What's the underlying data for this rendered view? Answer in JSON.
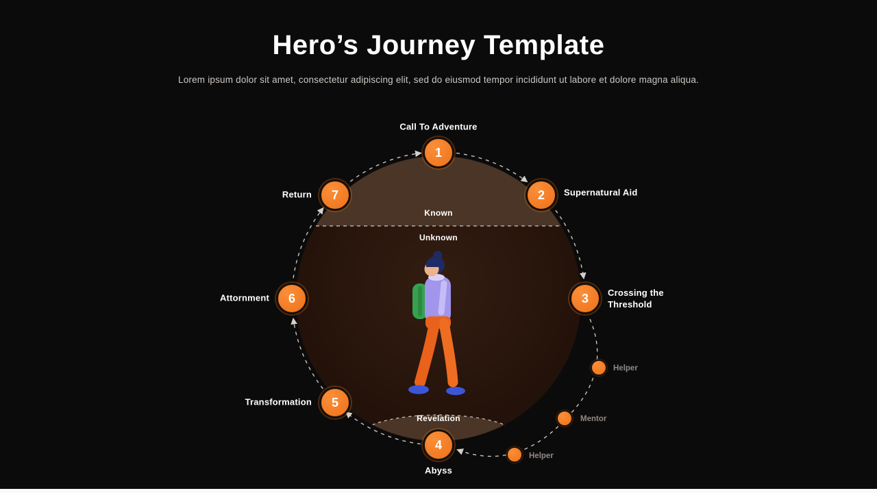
{
  "header": {
    "title": "Hero’s Journey Template",
    "subtitle": "Lorem ipsum dolor sit amet, consectetur adipiscing elit, sed do eiusmod tempor incididunt ut labore et dolore magna aliqua."
  },
  "diagram": {
    "regions": {
      "known": "Known",
      "unknown": "Unknown",
      "revelation": "Revelation"
    },
    "steps": [
      {
        "number": "1",
        "label": "Call To Adventure"
      },
      {
        "number": "2",
        "label": "Supernatural Aid"
      },
      {
        "number": "3",
        "label": "Crossing the Threshold"
      },
      {
        "number": "4",
        "label": "Abyss"
      },
      {
        "number": "5",
        "label": "Transformation"
      },
      {
        "number": "6",
        "label": "Attornment"
      },
      {
        "number": "7",
        "label": "Return"
      }
    ],
    "companions": [
      {
        "label": "Helper"
      },
      {
        "label": "Mentor"
      },
      {
        "label": "Helper"
      }
    ],
    "colors": {
      "background": "#0c0b0b",
      "accent_orange": "#f47b21",
      "circle_known_light": "#4a3526",
      "circle_unknown_dark": "#2a170f",
      "text_primary": "#ffffff",
      "text_muted": "#8f8984"
    }
  }
}
